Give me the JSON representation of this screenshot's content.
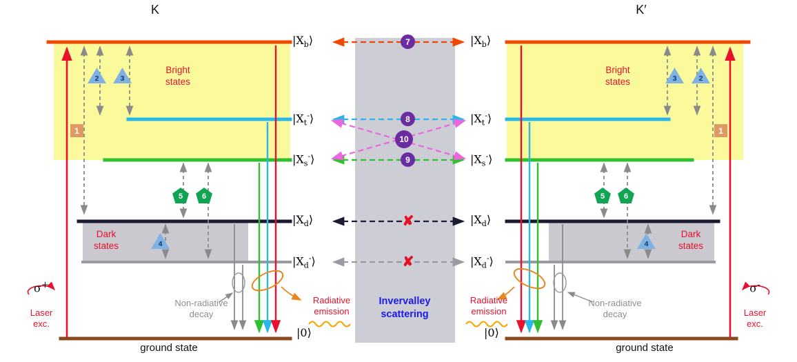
{
  "valleys": {
    "left": "K",
    "right": "K′"
  },
  "levels": {
    "xb": "|X_b⟩",
    "xt": "|X_t^-⟩",
    "xs": "|X_s^-⟩",
    "xd": "|X_d⟩",
    "xdm": "|X_d^-⟩",
    "ground": "|0⟩"
  },
  "regions": {
    "bright": "Bright states",
    "dark": "Dark states"
  },
  "process_markers": {
    "m1": "1",
    "m2": "2",
    "m3": "3",
    "m4": "4",
    "m5": "5",
    "m6": "6"
  },
  "intervalley_markers": {
    "c7": "7",
    "c8": "8",
    "c9": "9",
    "c10": "10"
  },
  "labels": {
    "ground_state": "ground state",
    "radiative": "Radiative emission",
    "nonradiative": "Non-radiative decay",
    "intervalley": "Invervalley scattering",
    "laser": "Laser exc.",
    "sigma_plus": "σ^+",
    "sigma_minus": "σ^-",
    "blocked": "✘"
  },
  "colors": {
    "bright_level": "#f04800",
    "trion_t_level": "#29b6e8",
    "trion_s_level": "#2fbf2f",
    "dark_level": "#1a1a33",
    "dark_trion_level": "#9a9aa2",
    "ground_level": "#8a4a1e",
    "bright_region": "#fafa9c",
    "dark_region": "#c9c9cf",
    "valley_band": "#cdcdd6",
    "laser_red": "#e8112d",
    "marker_circle": "#6a2ca0",
    "blocked_cross": "#e81123",
    "spin_flip_arrow": "#ee66dd",
    "emission_wave": "#f5a300",
    "callout_ellipse": "#e8871e",
    "intervalley_text": "#1a1aee",
    "state_text": "#e8112d",
    "gray_arrow": "#8a8a8a"
  }
}
